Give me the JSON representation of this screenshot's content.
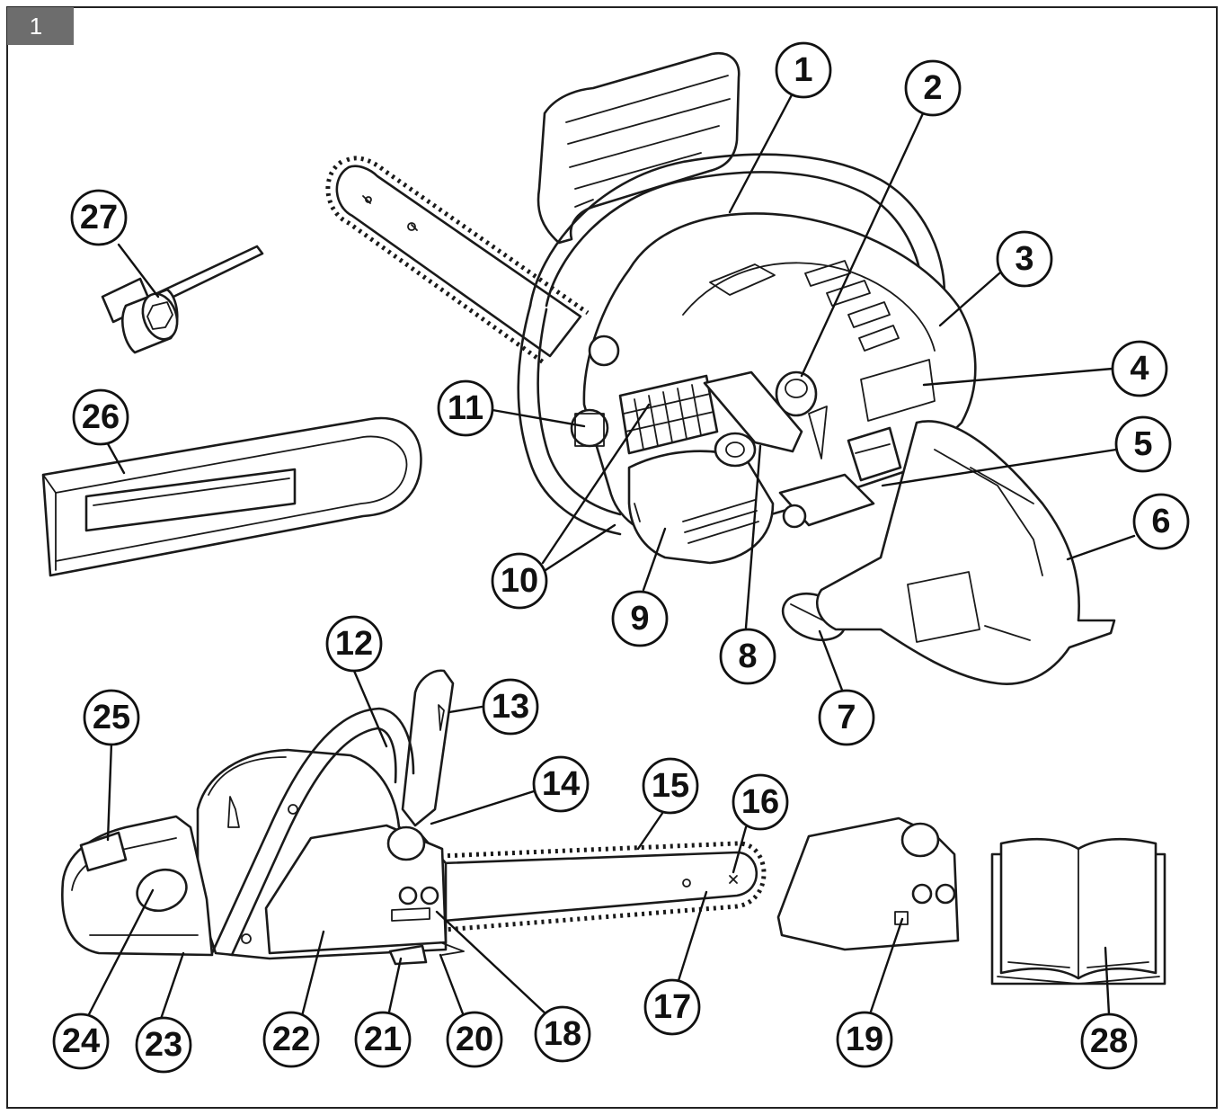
{
  "figure": {
    "badge": "1"
  },
  "callouts": [
    {
      "id": "1",
      "label": "1"
    },
    {
      "id": "2",
      "label": "2"
    },
    {
      "id": "3",
      "label": "3"
    },
    {
      "id": "4",
      "label": "4"
    },
    {
      "id": "5",
      "label": "5"
    },
    {
      "id": "6",
      "label": "6"
    },
    {
      "id": "7",
      "label": "7"
    },
    {
      "id": "8",
      "label": "8"
    },
    {
      "id": "9",
      "label": "9"
    },
    {
      "id": "10",
      "label": "10"
    },
    {
      "id": "11",
      "label": "11"
    },
    {
      "id": "12",
      "label": "12"
    },
    {
      "id": "13",
      "label": "13"
    },
    {
      "id": "14",
      "label": "14"
    },
    {
      "id": "15",
      "label": "15"
    },
    {
      "id": "16",
      "label": "16"
    },
    {
      "id": "17",
      "label": "17"
    },
    {
      "id": "18",
      "label": "18"
    },
    {
      "id": "19",
      "label": "19"
    },
    {
      "id": "20",
      "label": "20"
    },
    {
      "id": "21",
      "label": "21"
    },
    {
      "id": "22",
      "label": "22"
    },
    {
      "id": "23",
      "label": "23"
    },
    {
      "id": "24",
      "label": "24"
    },
    {
      "id": "25",
      "label": "25"
    },
    {
      "id": "26",
      "label": "26"
    },
    {
      "id": "27",
      "label": "27"
    },
    {
      "id": "28",
      "label": "28"
    }
  ],
  "colors": {
    "badge_background": "#6d6d6d",
    "badge_text": "#ffffff",
    "line": "#111111",
    "background": "#ffffff"
  }
}
